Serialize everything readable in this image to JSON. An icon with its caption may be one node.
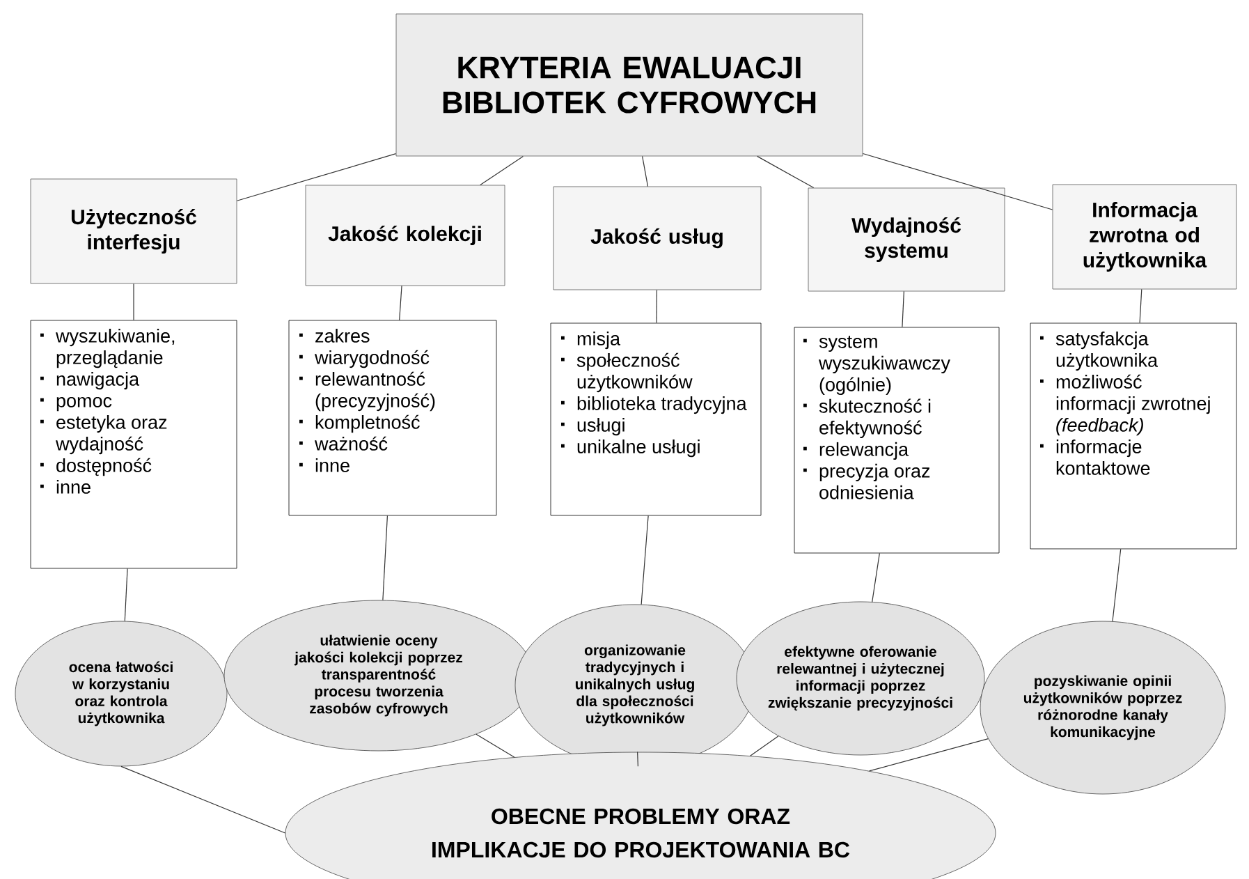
{
  "diagram": {
    "nodes": [
      {
        "text": [
          "KRYTERIA EWALUACJI BIBLIOTEK CYFROWYCH"
        ]
      },
      {
        "text": [
          "Użyteczność interfesju"
        ]
      },
      {
        "text": [
          "Jakość kolekcji"
        ]
      },
      {
        "text": [
          "Jakość usług"
        ]
      },
      {
        "text": [
          "Wydajność systemu"
        ]
      },
      {
        "text": [
          "Informacja zwrotna od użytkownika"
        ]
      },
      {
        "text": [
          "wyszukiwanie, przeglądanie",
          "nawigacja",
          "pomoc",
          "estetyka oraz wydajność",
          "dostępność",
          "inne"
        ]
      },
      {
        "text": [
          "zakres",
          "wiarygodność",
          "relewantność (precyzyjność)",
          "kompletność",
          "ważność",
          "inne"
        ]
      },
      {
        "text": [
          "misja",
          "społeczność użytkowników",
          "biblioteka tradycyjna",
          "usługi",
          "unikalne usługi"
        ]
      },
      {
        "text": [
          "system wyszukiwawczy (ogólnie)",
          "skuteczność i efektywność",
          "relewancja",
          "precyzja oraz odniesienia"
        ]
      },
      {
        "text": [
          "satysfakcja użytkownika",
          "możliwość informacji zwrotnej *(feedback)*",
          "informacje kontaktowe"
        ]
      },
      {
        "text": [
          "ocena łatwości w korzystaniu oraz kontrola użytkownika"
        ]
      },
      {
        "text": [
          "ułatwienie oceny jakości kolekcji poprzez transparentność procesu tworzenia zasobów cyfrowych"
        ]
      },
      {
        "text": [
          "organizowanie tradycyjnych i unikalnych usług dla społeczności użytkowników"
        ]
      },
      {
        "text": [
          "efektywne oferowanie relewantnej i użytecznej informacji poprzez zwiększanie precyzyjności"
        ]
      },
      {
        "text": [
          "pozyskiwanie opinii użytkowników poprzez różnorodne kanały komunikacyjne"
        ]
      },
      {
        "text": [
          "OBECNE PROBLEMY ORAZ IMPLIKACJE DO PROJEKTOWANIA BC"
        ]
      }
    ],
    "edges": [
      {
        "from": 0,
        "to": 1,
        "arrow": "none"
      },
      {
        "from": 0,
        "to": 2,
        "arrow": "none"
      },
      {
        "from": 0,
        "to": 3,
        "arrow": "none"
      },
      {
        "from": 0,
        "to": 4,
        "arrow": "none"
      },
      {
        "from": 0,
        "to": 5,
        "arrow": "none"
      },
      {
        "from": 1,
        "to": 6,
        "arrow": "none"
      },
      {
        "from": 2,
        "to": 7,
        "arrow": "none"
      },
      {
        "from": 3,
        "to": 8,
        "arrow": "none"
      },
      {
        "from": 4,
        "to": 9,
        "arrow": "none"
      },
      {
        "from": 5,
        "to": 10,
        "arrow": "none"
      },
      {
        "from": 6,
        "to": 11,
        "arrow": "none"
      },
      {
        "from": 7,
        "to": 12,
        "arrow": "none"
      },
      {
        "from": 8,
        "to": 13,
        "arrow": "none"
      },
      {
        "from": 9,
        "to": 14,
        "arrow": "none"
      },
      {
        "from": 10,
        "to": 15,
        "arrow": "none"
      },
      {
        "from": 11,
        "to": 16,
        "arrow": "none"
      },
      {
        "from": 12,
        "to": 16,
        "arrow": "none"
      },
      {
        "from": 13,
        "to": 16,
        "arrow": "none"
      },
      {
        "from": 14,
        "to": 16,
        "arrow": "none"
      },
      {
        "from": 15,
        "to": 16,
        "arrow": "none"
      }
    ]
  }
}
